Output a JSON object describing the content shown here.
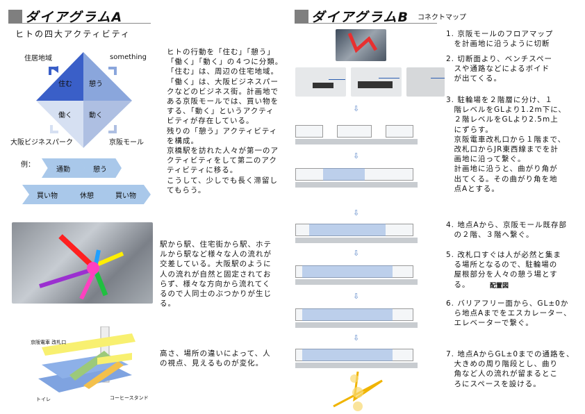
{
  "left": {
    "title": "ダイアグラムA",
    "subtitle": "ヒトの四大アクティビティ",
    "corners": {
      "tl": "住居地域",
      "tr": "something",
      "bl": "大阪ビジネスパーク",
      "br": "京阪モール"
    },
    "quadrants": {
      "tl": "住む",
      "tr": "憩う",
      "bl": "働く",
      "br": "動く"
    },
    "colors": {
      "tl": "#3a5fc8",
      "tr": "#8aa6dc",
      "bl": "#d6e0f2",
      "br": "#aebfe2"
    },
    "example_label": "例：",
    "flow1": [
      "通勤",
      "憩う"
    ],
    "flow2": [
      "買い物",
      "休憩",
      "買い物"
    ],
    "text1": "ヒトの行動を「住む」「憩う」\n「働く」「動く」の４つに分類。\n「住む」は、周辺の住宅地域。\n「働く」は、大阪ビジネスパー\nクなどのビジネス街。計画地で\nある京阪モールでは、買い物を\nする、「動く」というアクティ\nビティが存在している。\n残りの「憩う」アクティビティ\nを構成。\n京橋駅を訪れた人々が第一のア\nクティビティをして第二のアク\nティビティに移る。\nこうして、少しでも長く滞留し\nてもらう。",
    "text2": "駅から駅、住宅街から駅、ホテ\nルから駅など様々な人の流れが\n交差している。大阪駅のように\n人の流れが自然と固定されてお\nらず、様々な方向から流れてく\nるので人同士のぶつかりが生じ\nる。",
    "text3": "高さ、場所の違いによって、人\nの視点、見えるものが変化。",
    "iso_labels": [
      "京阪電車 改札口",
      "トイレ",
      "コーヒースタンド"
    ]
  },
  "right": {
    "title": "ダイアグラムB",
    "subtitle": "コネクトマップ",
    "arrow": "⇩",
    "steps": [
      "1. 京阪モールのフロアマップ\n　を計画地に沿うように切断",
      "2. 切断面より、ベンチスペー\n　スや通路などによるボイド\n　が出てくる。",
      "3. 駐輪場を２階層に分け、１\n　階レベルをGLより1.2m下に、\n　２階レベルをGLより2.5m上\n　にずらす。\n　京阪電車改札口から１階まで、\n　改札口からJR東西線までを計\n　画地に沿って繋ぐ。\n　計画地に沿うと、曲がり角が\n　出てくる。その曲がり角を地\n　点Aとする。",
      "4. 地点Aから、京阪モール既存部\n　の２階、３階へ繋ぐ。",
      "5. 改札口すぐは人が必然と集ま\n　る場所となるので、駐輪場の\n　屋根部分を人々の憩う場とす\n　る。",
      "6. バリアフリー面から、GL±0か\n　ら地点Aまでをエスカレーター、\n　エレベーターで繋ぐ。",
      "7. 地点AからGL±0までの通路を、\n　大きめの周り階段とし、曲り\n　角など人の流れが留まるとこ\n　ろにスペースを設ける。"
    ],
    "overlay_label": "配置図"
  }
}
